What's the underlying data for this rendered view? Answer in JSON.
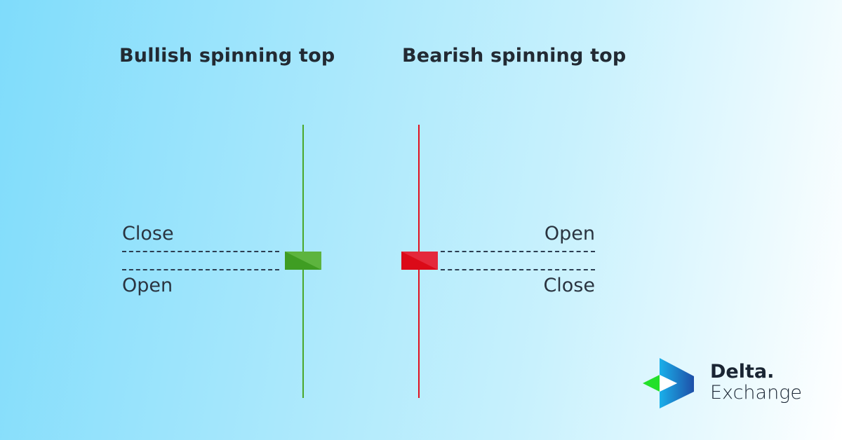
{
  "bullish": {
    "title": "Bullish spinning top",
    "top_label": "Close",
    "bottom_label": "Open",
    "color": "#4aa829"
  },
  "bearish": {
    "title": "Bearish spinning top",
    "top_label": "Open",
    "bottom_label": "Close",
    "color": "#e0101f"
  },
  "logo": {
    "line1": "Delta.",
    "line2": "Exchange"
  }
}
